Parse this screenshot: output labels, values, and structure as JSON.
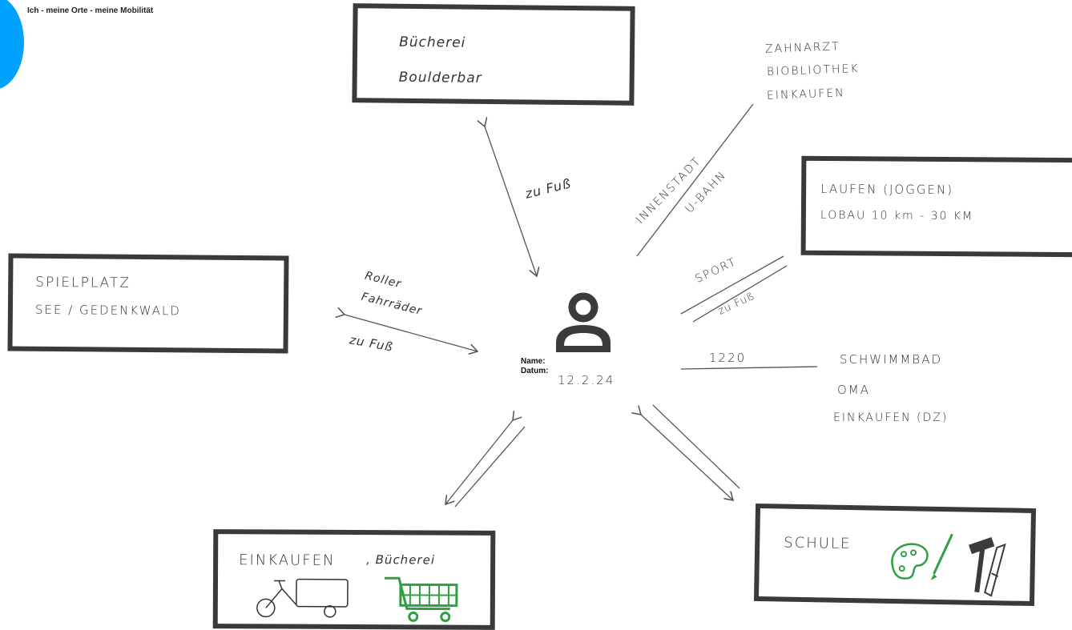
{
  "header": {
    "title": "Ich - meine Orte - meine Mobilität"
  },
  "center": {
    "name_label": "Name:",
    "date_label": "Datum:",
    "date_value": "12.2.24"
  },
  "boxes": {
    "top": {
      "line1": "Bücherei",
      "line2": "Boulderbar"
    },
    "left": {
      "line1": "SPIELPLATZ",
      "line2": "SEE / GEDENKWALD"
    },
    "right": {
      "line1": "LAUFEN (JOGGEN)",
      "line2": "LOBAU 10 km - 30 KM"
    },
    "bottom_left": {
      "line1": "EINKAUFEN",
      "line2": ", Bücherei"
    },
    "bottom_right": {
      "line1": "SCHULE"
    }
  },
  "free_notes": {
    "top_right": [
      "ZAHNARZT",
      "BIOBLIOTHEK",
      "EINKAUFEN"
    ],
    "right_mid": [
      "SCHWIMMBAD",
      "OMA",
      "EINKAUFEN (DZ)"
    ]
  },
  "connectors": {
    "top": "zu Fuß",
    "top_right_a": "INNENSTADT",
    "top_right_b": "U-BAHN",
    "right_upper_a": "SPORT",
    "right_upper_b": "zu Fuß",
    "right_mid": "1220",
    "left_a": "Roller",
    "left_b": "Fahrräder",
    "left_c": "zu Fuß"
  },
  "colors": {
    "box_border": "#3a3a3a",
    "accent_blue": "#00a2ff",
    "green_icon": "#2ea043",
    "person_icon": "#3b3b3b"
  },
  "icons": [
    "person-icon",
    "cargo-bike-icon",
    "shopping-cart-icon",
    "palette-icon",
    "brush-icon",
    "hammer-icon",
    "saw-icon"
  ]
}
